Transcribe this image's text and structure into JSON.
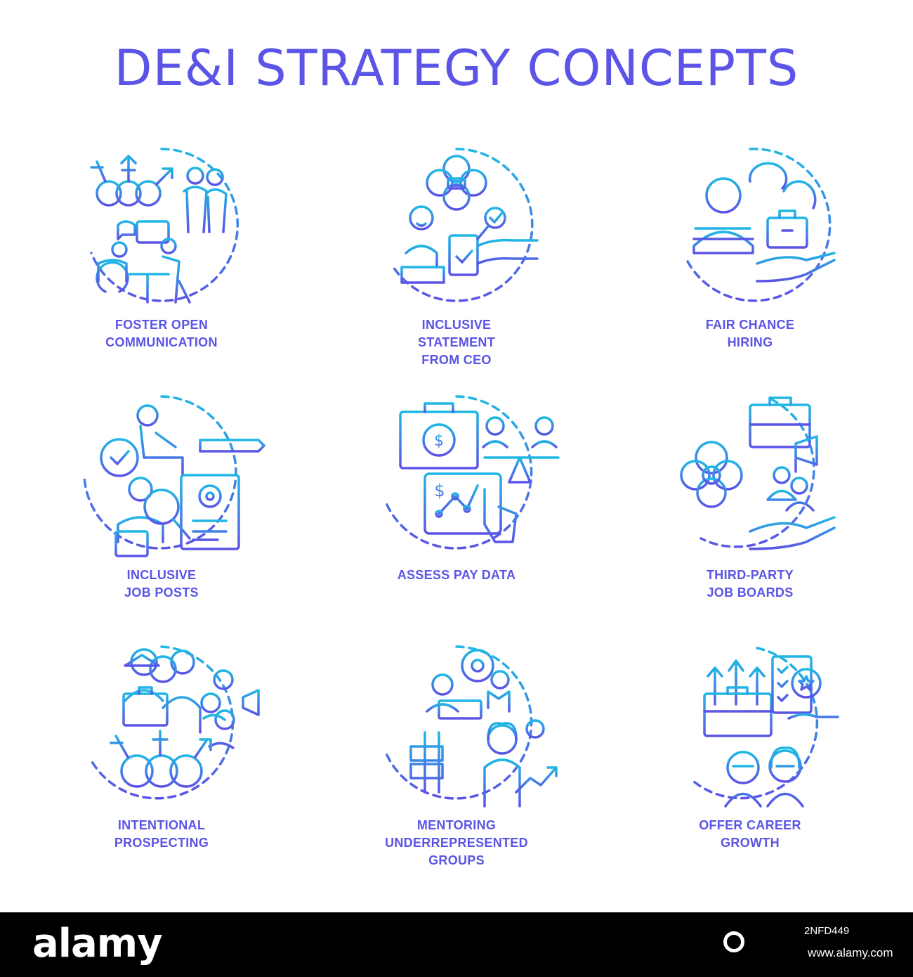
{
  "title": "DE&I STRATEGY CONCEPTS",
  "colors": {
    "gradient_top": "#1fb7e5",
    "gradient_bottom": "#5b54e6",
    "label": "#5b54e6",
    "footer": "#000000"
  },
  "concepts": [
    {
      "icon": "diversity-communication-icon",
      "lines": [
        "FOSTER OPEN",
        "COMMUNICATION"
      ]
    },
    {
      "icon": "ceo-statement-icon",
      "lines": [
        "INCLUSIVE",
        "STATEMENT",
        "FROM CEO"
      ]
    },
    {
      "icon": "fair-chance-hiring-icon",
      "lines": [
        "FAIR CHANCE",
        "HIRING"
      ]
    },
    {
      "icon": "job-posts-icon",
      "lines": [
        "INCLUSIVE",
        "JOB POSTS"
      ]
    },
    {
      "icon": "pay-data-icon",
      "lines": [
        "ASSESS PAY DATA"
      ]
    },
    {
      "icon": "job-boards-icon",
      "lines": [
        "THIRD-PARTY",
        "JOB BOARDS"
      ]
    },
    {
      "icon": "prospecting-icon",
      "lines": [
        "INTENTIONAL",
        "PROSPECTING"
      ]
    },
    {
      "icon": "mentoring-icon",
      "lines": [
        "MENTORING",
        "UNDERREPRESENTED",
        "GROUPS"
      ]
    },
    {
      "icon": "career-growth-icon",
      "lines": [
        "OFFER CAREER",
        "GROWTH"
      ]
    }
  ],
  "footer": {
    "brand": "alamy",
    "image_id": "2NFD449",
    "site": "www.alamy.com"
  }
}
